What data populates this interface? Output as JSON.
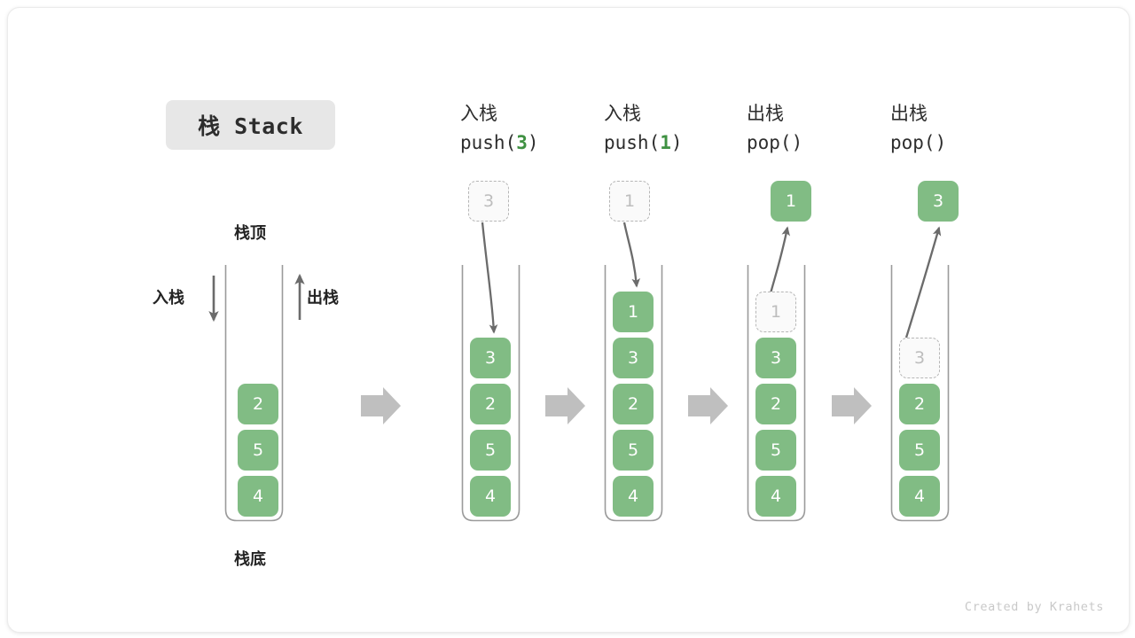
{
  "title": {
    "text": "栈 Stack"
  },
  "footer": {
    "credit": "Created by Krahets"
  },
  "legend": {
    "top_label": "栈顶",
    "bottom_label": "栈底",
    "push_label": "入栈",
    "pop_label": "出栈"
  },
  "colors": {
    "cell_fill": "#81bc84",
    "cell_text": "#ffffff",
    "ghost_border": "#b6b6b6",
    "ghost_text": "#bdbdbd",
    "accent_green": "#3f9142",
    "arrow_gray": "#6b6b6b",
    "step_arrow_gray": "#bfbfbf",
    "chip_bg": "#e7e7e7"
  },
  "steps": [
    {
      "id": "initial",
      "heading_cn": "",
      "heading_code": "",
      "stack": [
        "2",
        "5",
        "4"
      ],
      "ghost_top": null,
      "detached": null
    },
    {
      "id": "push-3",
      "heading_cn": "入栈",
      "heading_code_prefix": "push(",
      "heading_code_arg": "3",
      "heading_code_suffix": ")",
      "stack": [
        "3",
        "2",
        "5",
        "4"
      ],
      "ghost_top": null,
      "detached": {
        "value": "3",
        "style": "ghost"
      }
    },
    {
      "id": "push-1",
      "heading_cn": "入栈",
      "heading_code_prefix": "push(",
      "heading_code_arg": "1",
      "heading_code_suffix": ")",
      "stack": [
        "1",
        "3",
        "2",
        "5",
        "4"
      ],
      "ghost_top": null,
      "detached": {
        "value": "1",
        "style": "ghost"
      }
    },
    {
      "id": "pop-1",
      "heading_cn": "出栈",
      "heading_code_prefix": "pop(",
      "heading_code_arg": "",
      "heading_code_suffix": ")",
      "stack": [
        "3",
        "2",
        "5",
        "4"
      ],
      "ghost_top": "1",
      "detached": {
        "value": "1",
        "style": "filled"
      }
    },
    {
      "id": "pop-3",
      "heading_cn": "出栈",
      "heading_code_prefix": "pop(",
      "heading_code_arg": "",
      "heading_code_suffix": ")",
      "stack": [
        "2",
        "5",
        "4"
      ],
      "ghost_top": "3",
      "detached": {
        "value": "3",
        "style": "filled"
      }
    }
  ],
  "step_arrows": [
    {
      "name": "step-arrow-1"
    },
    {
      "name": "step-arrow-2"
    },
    {
      "name": "step-arrow-3"
    },
    {
      "name": "step-arrow-4"
    }
  ]
}
